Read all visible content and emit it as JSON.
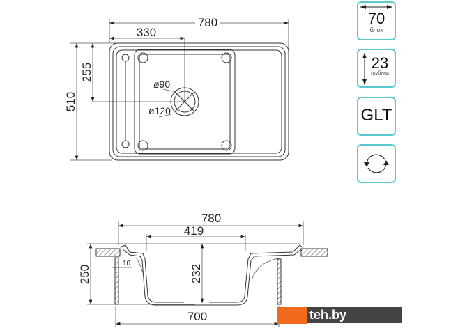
{
  "top_view": {
    "width_label": "780",
    "drain_offset_label": "330",
    "drain_y_label": "255",
    "depth_label": "510",
    "drain_inner_label": "ø90",
    "drain_outer_label": "ø120"
  },
  "section_view": {
    "width_label": "780",
    "bowl_width_label": "419",
    "height_label": "250",
    "countertop_label": "10",
    "bowl_depth_label": "232",
    "cabinet_label": "700"
  },
  "badges": [
    {
      "value": "70",
      "caption": "блок",
      "icon": "horizontal-arrow-icon"
    },
    {
      "value": "23",
      "caption": "глубина",
      "icon": "vertical-arrow-icon"
    },
    {
      "value": "GLT",
      "caption": ""
    },
    {
      "icon": "reversible-arrows-icon"
    }
  ],
  "watermark": {
    "text": "teh.by",
    "color": "#f26a1b"
  },
  "colors": {
    "badge_border": "#5cc9cf"
  }
}
